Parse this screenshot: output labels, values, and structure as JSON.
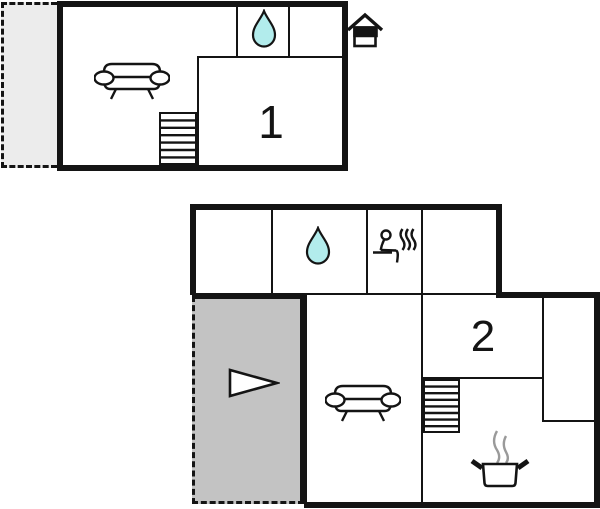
{
  "floors": [
    {
      "label": "1",
      "icons": [
        "water-drop",
        "sofa",
        "stairs",
        "annex-house"
      ]
    },
    {
      "label": "2",
      "icons": [
        "water-drop",
        "sauna-person",
        "sofa",
        "stairs",
        "tv-triangle",
        "cooking-pot"
      ]
    }
  ],
  "colors": {
    "wall": "#141414",
    "water_drop": "#b2ecec",
    "terrace_light": "#ececec",
    "terrace_dark": "#c3c3c3",
    "steam": "#9a9a9a"
  }
}
